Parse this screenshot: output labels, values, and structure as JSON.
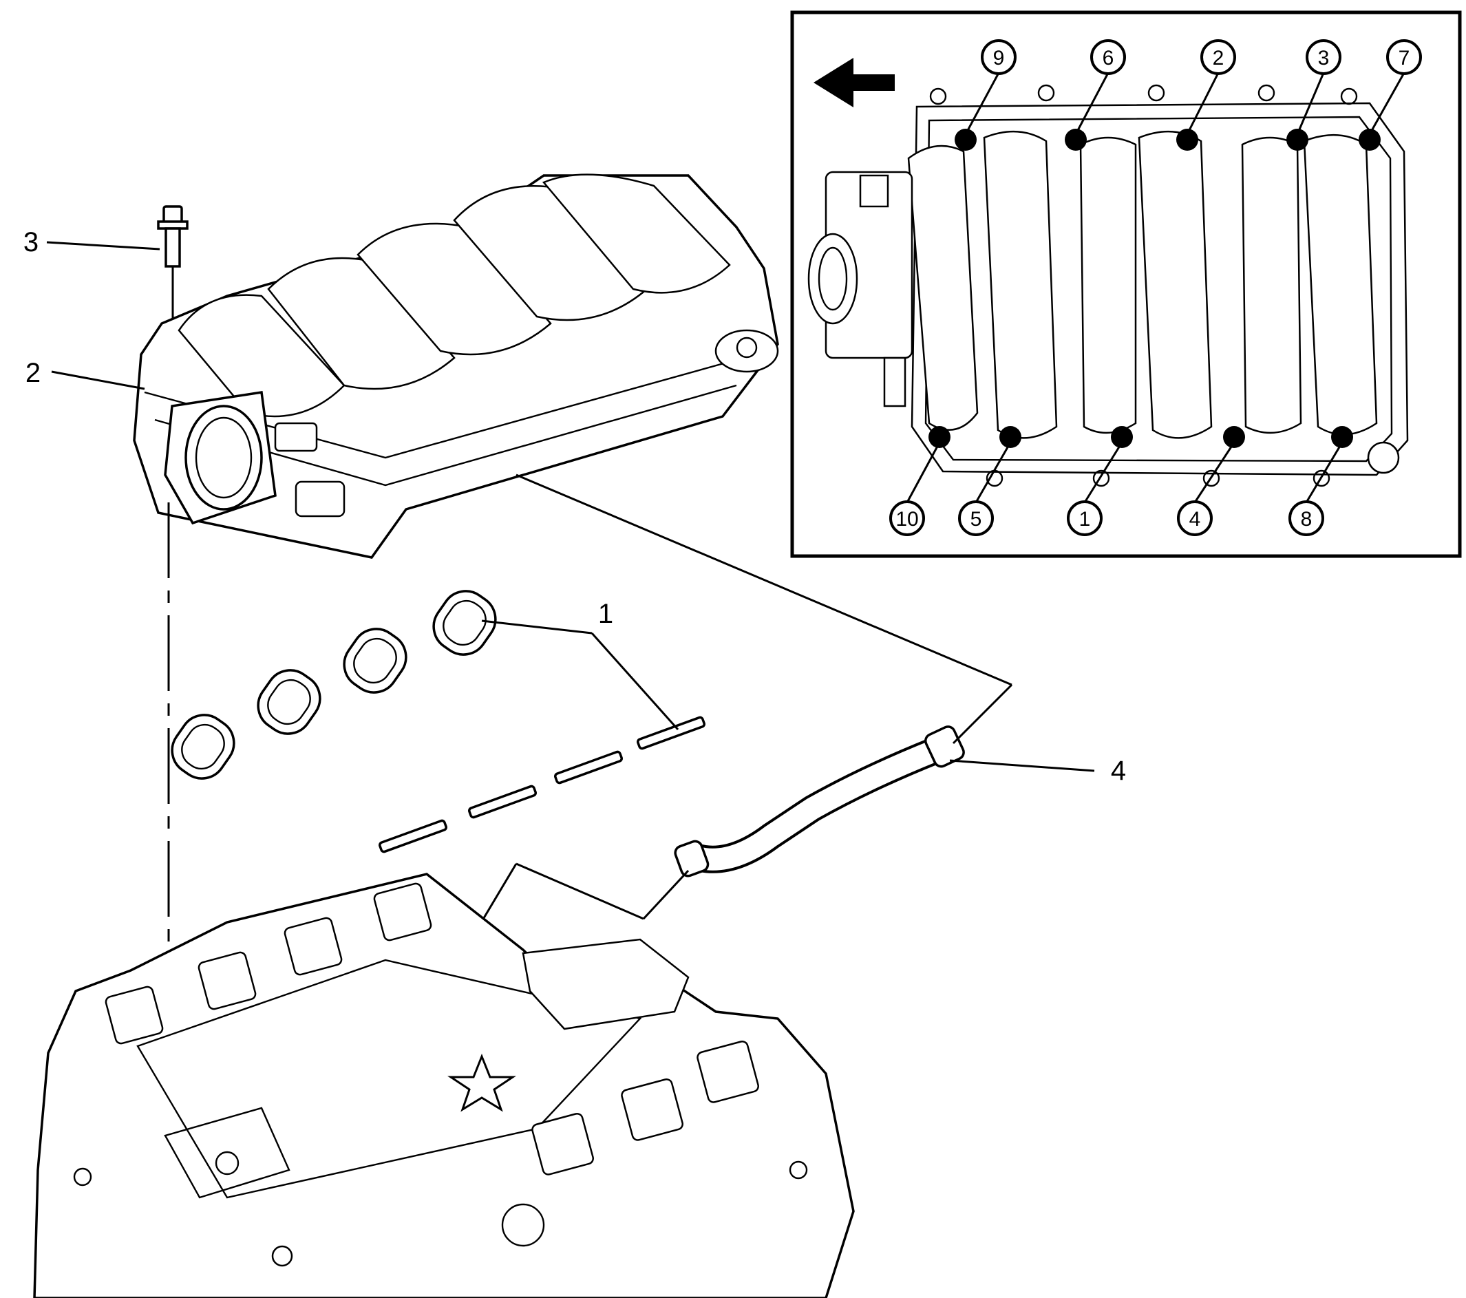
{
  "diagram": {
    "callouts": [
      {
        "id": "1",
        "label": "1"
      },
      {
        "id": "2",
        "label": "2"
      },
      {
        "id": "3",
        "label": "3"
      },
      {
        "id": "4",
        "label": "4"
      }
    ],
    "inset": {
      "direction_icon": "left-arrow-icon",
      "sequence_top": [
        "9",
        "6",
        "2",
        "3",
        "7"
      ],
      "sequence_bottom": [
        "10",
        "5",
        "1",
        "4",
        "8"
      ]
    },
    "colors": {
      "ink": "#000000",
      "paper": "#ffffff"
    }
  }
}
